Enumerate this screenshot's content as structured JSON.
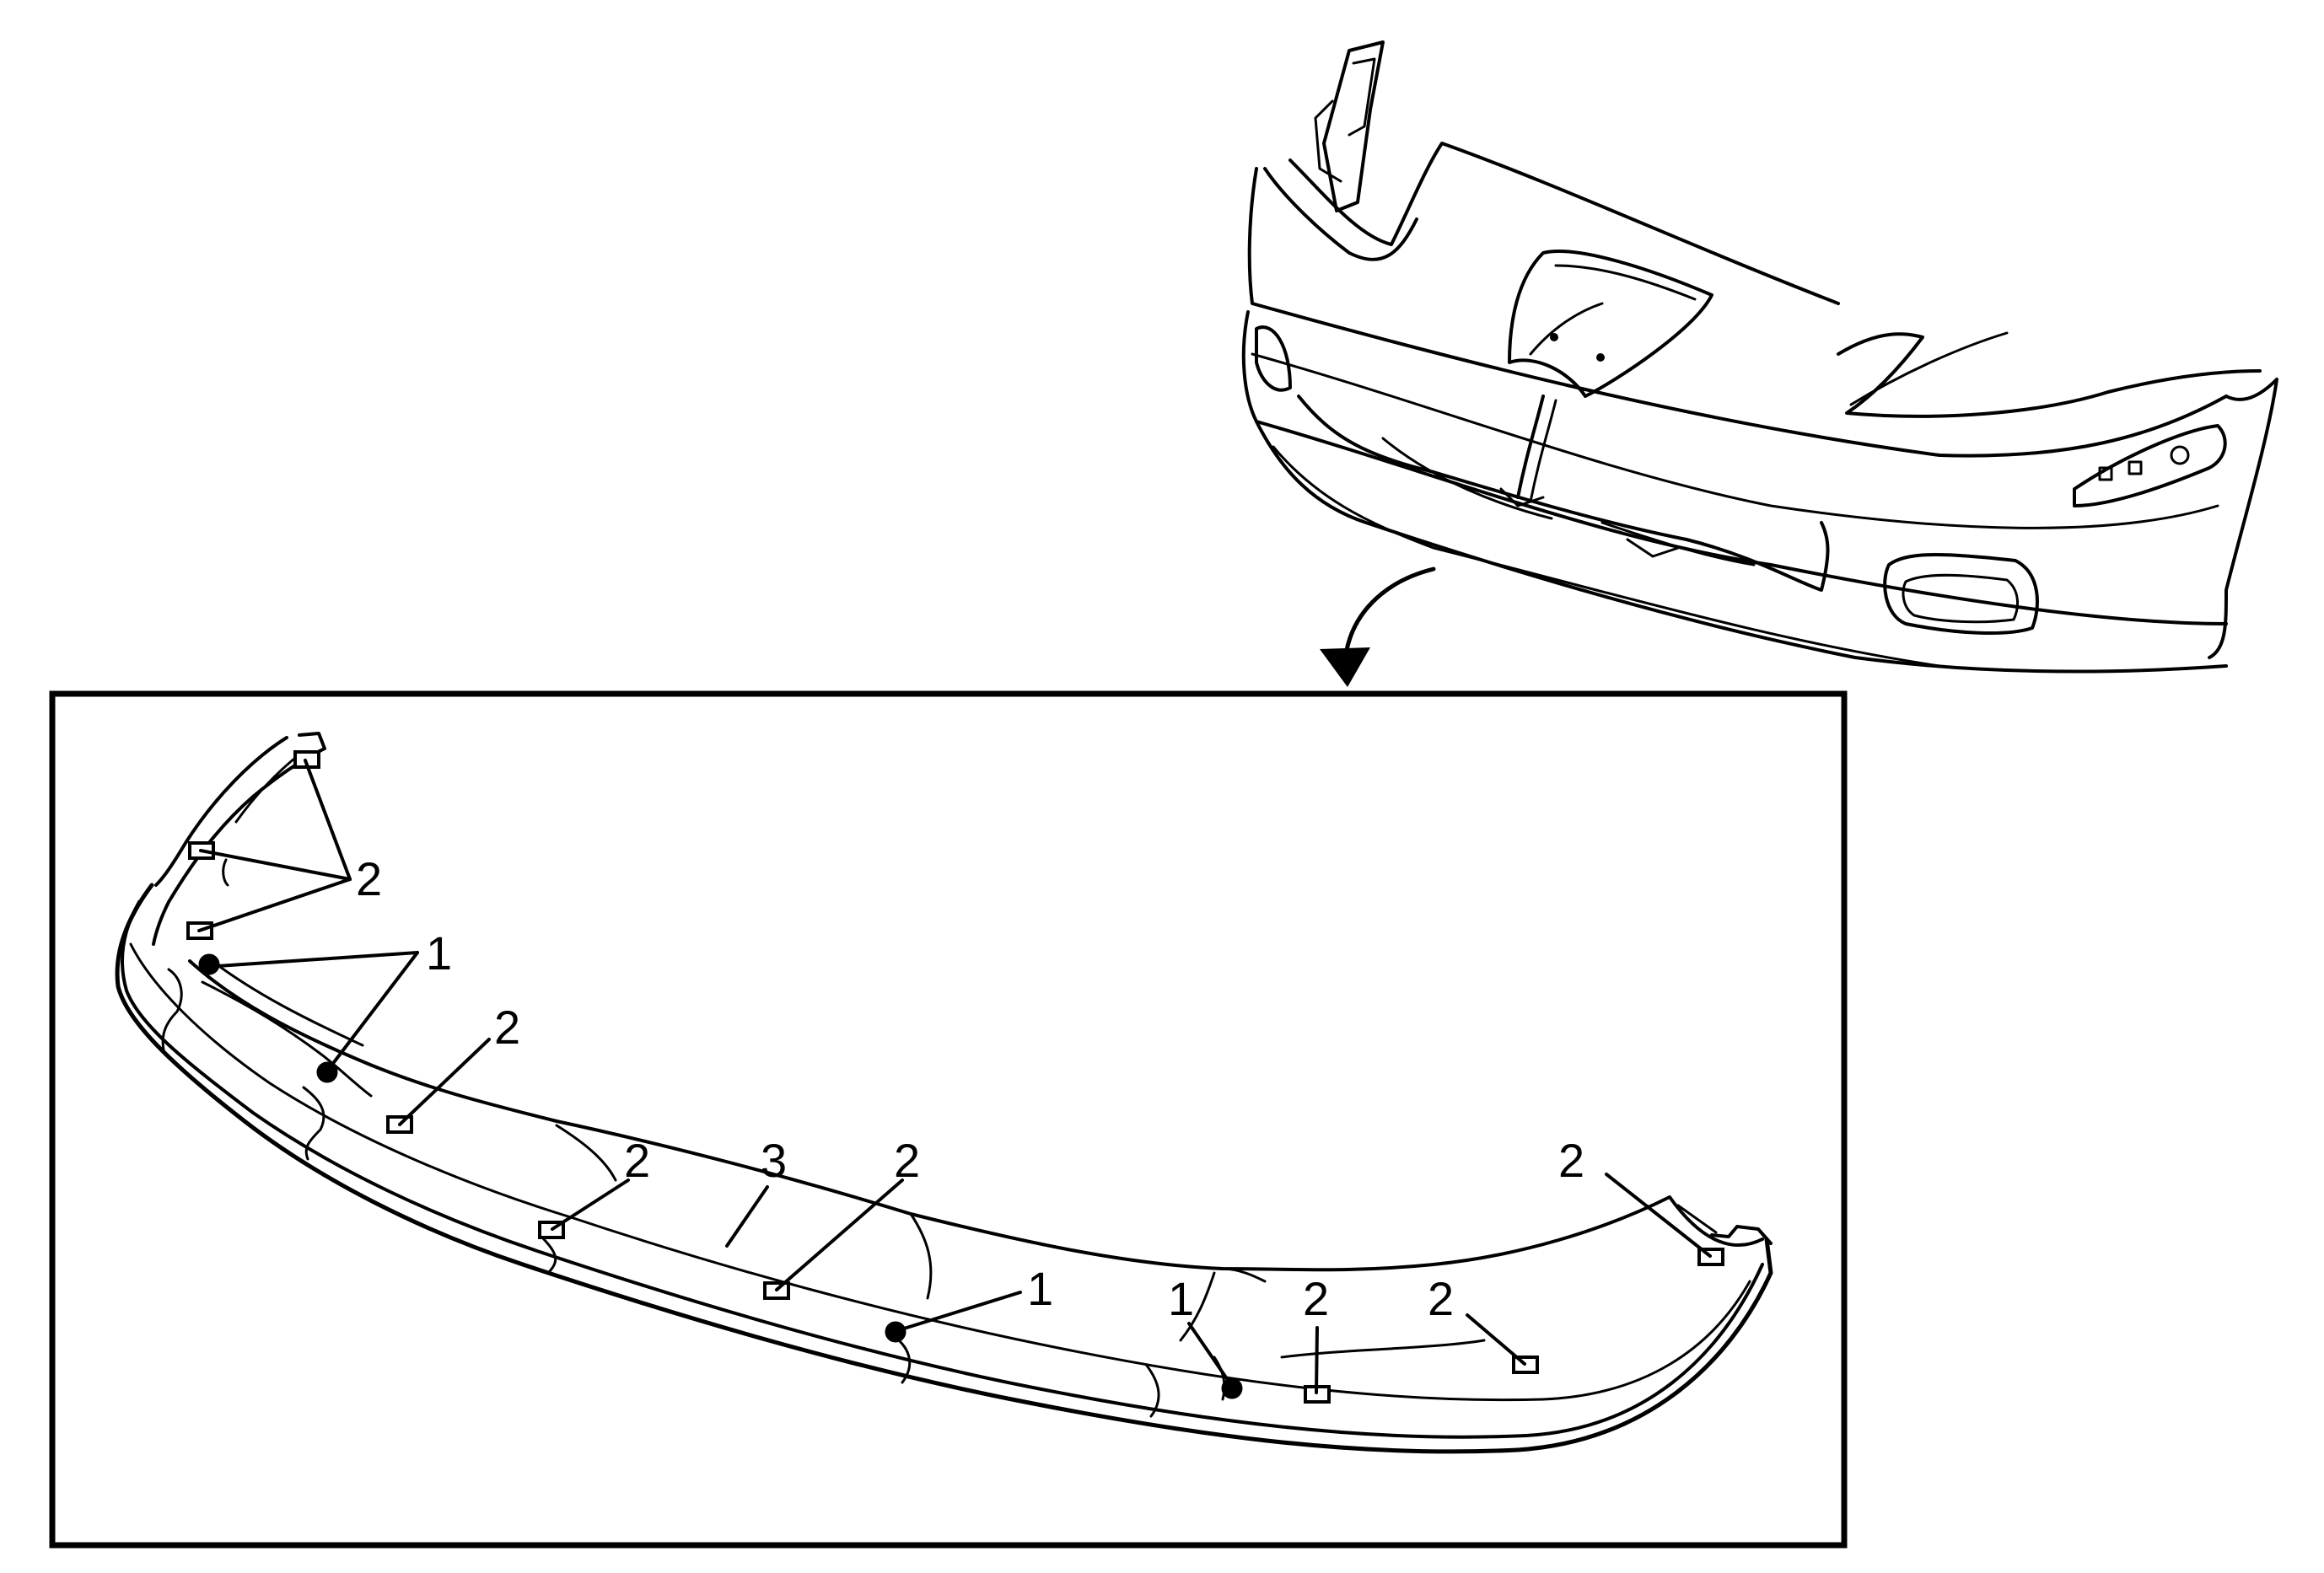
{
  "diagram": {
    "colors": {
      "line": "#000000",
      "background": "#ffffff"
    },
    "overview": {
      "part": "front-bumper-fascia"
    },
    "detail": {
      "part": "front-air-deflector"
    },
    "callouts": [
      {
        "id": "c1",
        "label": "2"
      },
      {
        "id": "c2",
        "label": "1"
      },
      {
        "id": "c3",
        "label": "2"
      },
      {
        "id": "c4",
        "label": "2"
      },
      {
        "id": "c5",
        "label": "3"
      },
      {
        "id": "c6",
        "label": "2"
      },
      {
        "id": "c7",
        "label": "1"
      },
      {
        "id": "c8",
        "label": "1"
      },
      {
        "id": "c9",
        "label": "2"
      },
      {
        "id": "c10",
        "label": "2"
      },
      {
        "id": "c11",
        "label": "2"
      }
    ]
  }
}
